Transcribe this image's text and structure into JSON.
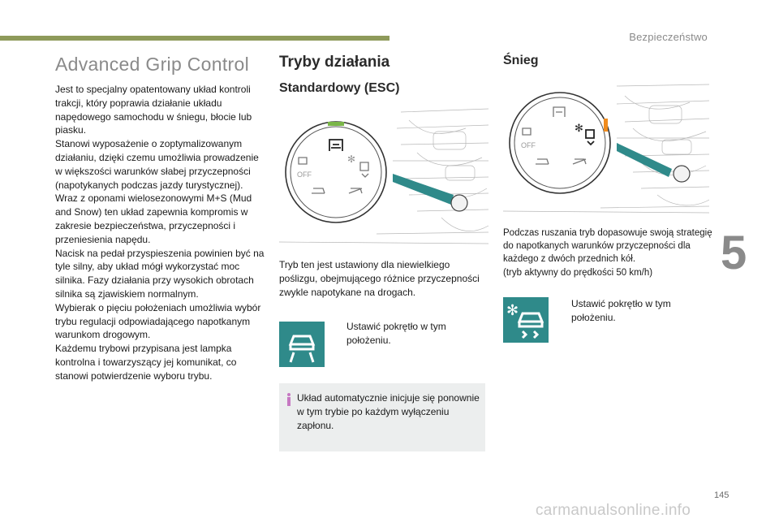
{
  "header": {
    "section": "Bezpieczeństwo",
    "chapter": "5",
    "accent_color": "#8e9a5a"
  },
  "left": {
    "title": "Advanced Grip Control",
    "paragraphs": [
      "Jest to specjalny opatentowany układ kontroli trakcji, który poprawia działanie układu napędowego samochodu w śniegu, błocie lub piasku.",
      "Stanowi wyposażenie o zoptymalizowanym działaniu, dzięki czemu umożliwia prowadzenie w większości warunków słabej przyczepności (napotykanych podczas jazdy turystycznej).",
      "Wraz z oponami wielosezonowymi M+S (Mud and Snow) ten układ zapewnia kompromis w zakresie bezpieczeństwa, przyczepności i przeniesienia napędu.",
      "Nacisk na pedał przyspieszenia powinien być na tyle silny, aby układ mógł wykorzystać moc silnika. Fazy działania przy wysokich obrotach silnika są zjawiskiem normalnym.",
      "Wybierak o pięciu położeniach umożliwia wybór trybu regulacji odpowiadającego napotkanym warunkom drogowym.",
      "Każdemu trybowi przypisana jest lampka kontrolna i towarzyszący jej komunikat, co stanowi potwierdzenie wyboru trybu."
    ]
  },
  "middle": {
    "title": "Tryby działania",
    "subtitle": "Standardowy (ESC)",
    "knob_off_label": "OFF",
    "desc": "Tryb ten jest ustawiony dla niewielkiego poślizgu, obejmującego różnice przyczepności zwykle napotykane na drogach.",
    "bullet_mark": "",
    "bullet": "Ustawić pokrętło w tym położeniu.",
    "info": "Układ automatycznie inicjuje się ponownie w tym trybie po każdym wyłączeniu zapłonu.",
    "tile_color": "#2f8a8a",
    "selector_color": "#7ab648"
  },
  "right": {
    "title": "Śnieg",
    "knob_off_label": "OFF",
    "desc_lines": [
      "Podczas ruszania tryb dopasowuje swoją strategię",
      "do napotkanych warunków przyczepności dla",
      "każdego z dwóch przednich kół.",
      "(tryb aktywny do prędkości 50 km/h)"
    ],
    "bullet_mark": "",
    "bullet": "Ustawić pokrętło w tym położeniu.",
    "selector_color": "#f08c1e"
  },
  "footer": {
    "page_number": "145",
    "watermark": "carmanualsonline.info"
  }
}
